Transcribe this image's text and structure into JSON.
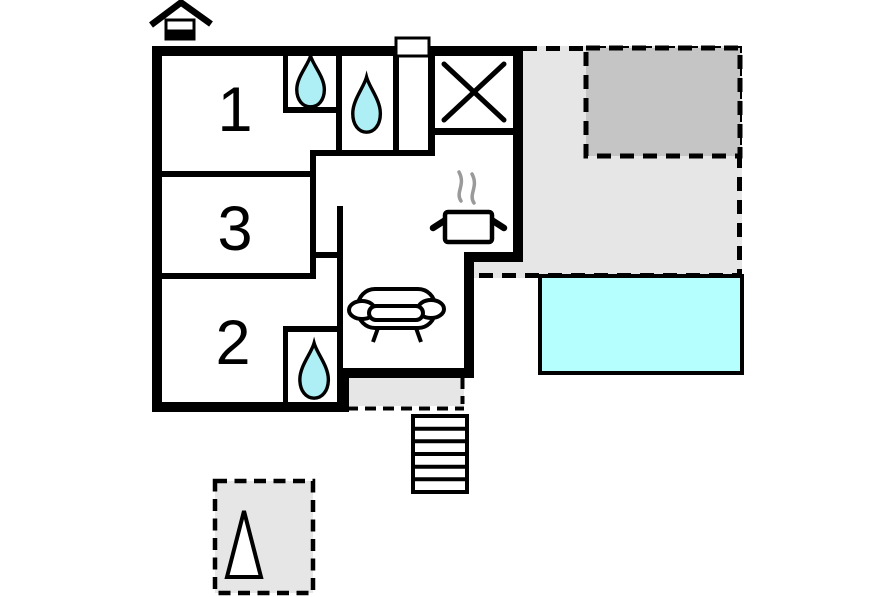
{
  "plan": {
    "type": "floor-plan",
    "rooms": [
      {
        "id": "room-1",
        "label": "1"
      },
      {
        "id": "room-3",
        "label": "3"
      },
      {
        "id": "room-2",
        "label": "2"
      }
    ]
  },
  "colors": {
    "wall": "#000000",
    "water_drop": "#aeeff6",
    "pool": "#b5ffff",
    "terrace_light": "#e6e6e6",
    "terrace_dark": "#c5c5c5",
    "steam": "#9a9a9a",
    "background": "#ffffff"
  },
  "icons": {
    "house": "house-icon",
    "water_drop": "water-drop-icon",
    "shower": "shower-x-icon",
    "stove": "cooking-pot-icon",
    "steam": "steam-icon",
    "sofa": "sofa-icon",
    "stairs": "stairs-icon",
    "annex_triangle": "triangle-icon"
  }
}
